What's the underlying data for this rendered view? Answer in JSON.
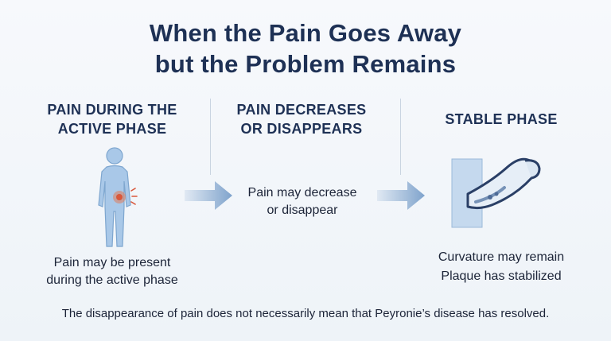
{
  "title": {
    "line1": "When the Pain Goes Away",
    "line2": "but the Problem Remains"
  },
  "phases": [
    {
      "heading_line1": "PAIN DURING THE",
      "heading_line2": "ACTIVE PHASE",
      "text_line1": "Pain may be present",
      "text_line2": "during the active phase",
      "icon": "human-body-pain-icon"
    },
    {
      "heading_line1": "PAIN DECREASES",
      "heading_line2": "OR DISAPPEARS",
      "text_line1": "Pain may decrease",
      "text_line2": "or disappear"
    },
    {
      "heading_line1": "STABLE PHASE",
      "text_line1": "Curvature may remain",
      "text_line2": "Plaque has stabilized",
      "icon": "curved-penis-plaque-icon"
    }
  ],
  "footer": "The disappearance of pain does not necessarily mean that Peyronie’s disease has resolved.",
  "colors": {
    "heading": "#1e3155",
    "arrow": "#7fa3cc",
    "body_figure": "#9ec0e4",
    "pain_marker": "#d9573b",
    "panel": "#c5d9ee"
  }
}
